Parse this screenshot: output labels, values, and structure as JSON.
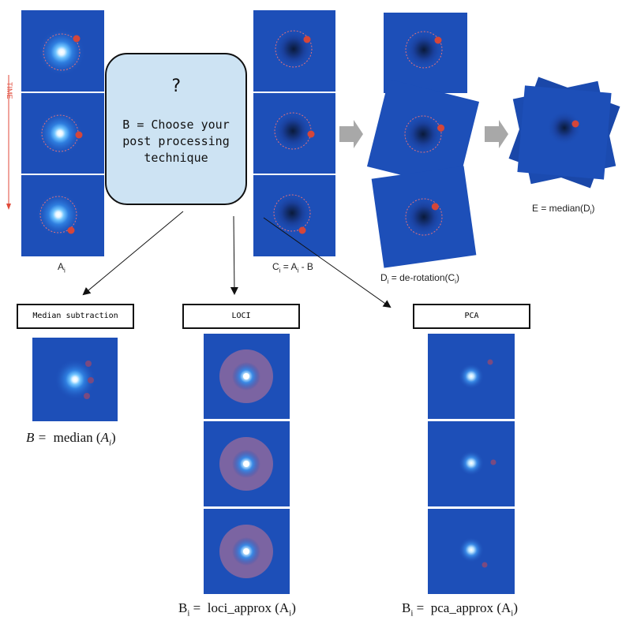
{
  "time_label": "TIME",
  "callout": {
    "question": "?",
    "text": "B = Choose your post processing technique"
  },
  "labels": {
    "a_col": "A",
    "a_col_sub": "i",
    "c_col": "C = A - B",
    "c_col_parts": [
      "C",
      "i",
      " = A",
      "i",
      " - B"
    ],
    "d_col_parts": [
      "D",
      "i",
      " = de-rotation(C",
      "i",
      ")"
    ],
    "e_parts": [
      "E = median(D",
      "i",
      ")"
    ]
  },
  "methods": [
    {
      "box": "Median subtraction",
      "formula_lhs": "B =",
      "formula_fn": "median",
      "formula_arg": "A",
      "formula_sub": "i"
    },
    {
      "box": "LOCI",
      "formula_lhs": "B",
      "formula_lhs_sub": "i",
      "formula_eq": "=",
      "formula_fn": "loci_approx",
      "formula_arg": "A",
      "formula_sub": "i"
    },
    {
      "box": "PCA",
      "formula_lhs": "B",
      "formula_lhs_sub": "i",
      "formula_eq": "=",
      "formula_fn": "pca_approx",
      "formula_arg": "A",
      "formula_sub": "i"
    }
  ],
  "colors": {
    "panel_bg": "#1d4fb8",
    "panel_dark": "#0f2f8a",
    "planet": "#d4463a",
    "ring": "#e0707a",
    "callout_bg": "#cde3f3",
    "arrow_gray": "#a8a8a8",
    "time_red": "#e04a3a"
  }
}
